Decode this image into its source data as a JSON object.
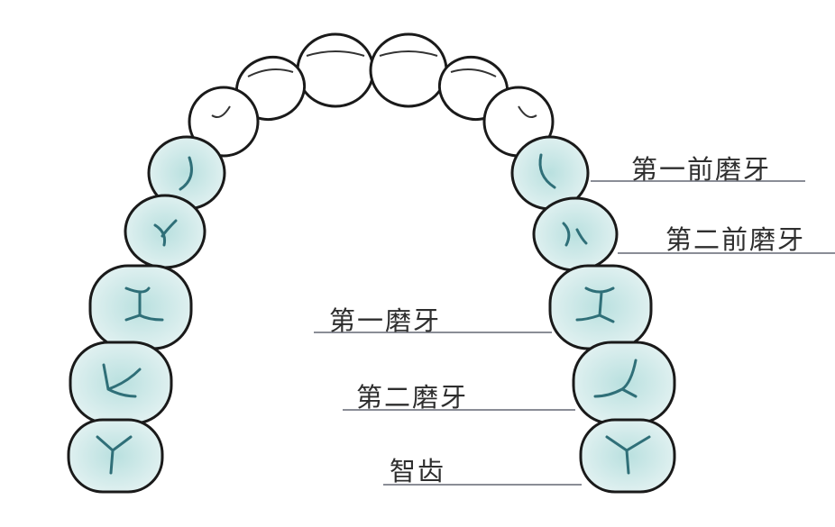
{
  "labels": {
    "first_premolar": "第一前磨牙",
    "second_premolar": "第二前磨牙",
    "first_molar": "第一磨牙",
    "second_molar": "第二磨牙",
    "wisdom_tooth": "智齿"
  },
  "colors": {
    "tooth_fill": "#d6ecec",
    "tooth_outline": "#1a1a1a",
    "groove": "#2f6f78",
    "leader_line": "#8a8d96"
  }
}
